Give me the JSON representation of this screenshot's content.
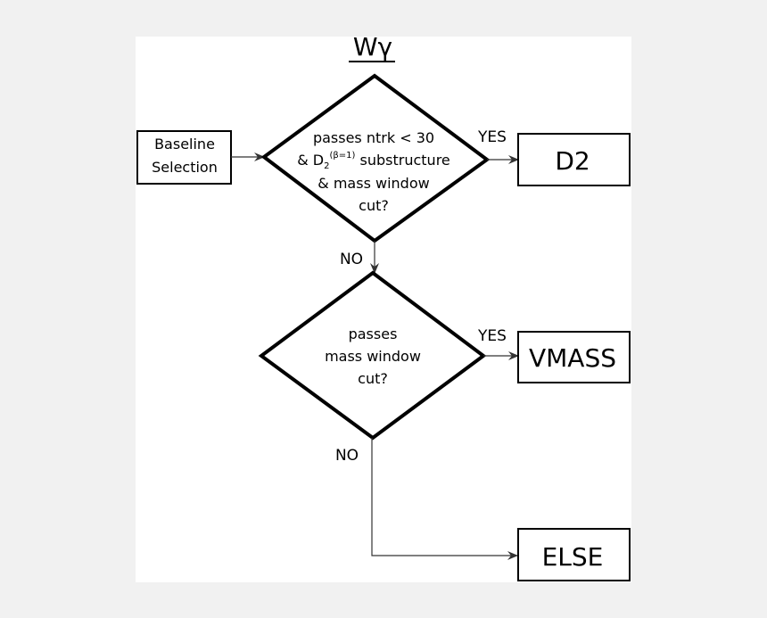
{
  "title": "Wγ",
  "baseline": {
    "line1": "Baseline",
    "line2": "Selection"
  },
  "decision1": {
    "line1": "passes ntrk < 30",
    "line2_pre": "& D",
    "line2_sub": "2",
    "line2_sup": "(β=1)",
    "line2_post": " substructure",
    "line3": "& mass window",
    "line4": "cut?"
  },
  "decision2": {
    "line1": "passes",
    "line2": "mass window",
    "line3": "cut?"
  },
  "yes1": "YES",
  "no1": "NO",
  "yes2": "YES",
  "no2": "NO",
  "outcomes": {
    "d2": {
      "label": "D2",
      "color": "#e00000"
    },
    "vmass": {
      "label": "VMASS",
      "color": "#0000dd"
    },
    "else": {
      "label": "ELSE",
      "color": "#cc00dd"
    }
  }
}
